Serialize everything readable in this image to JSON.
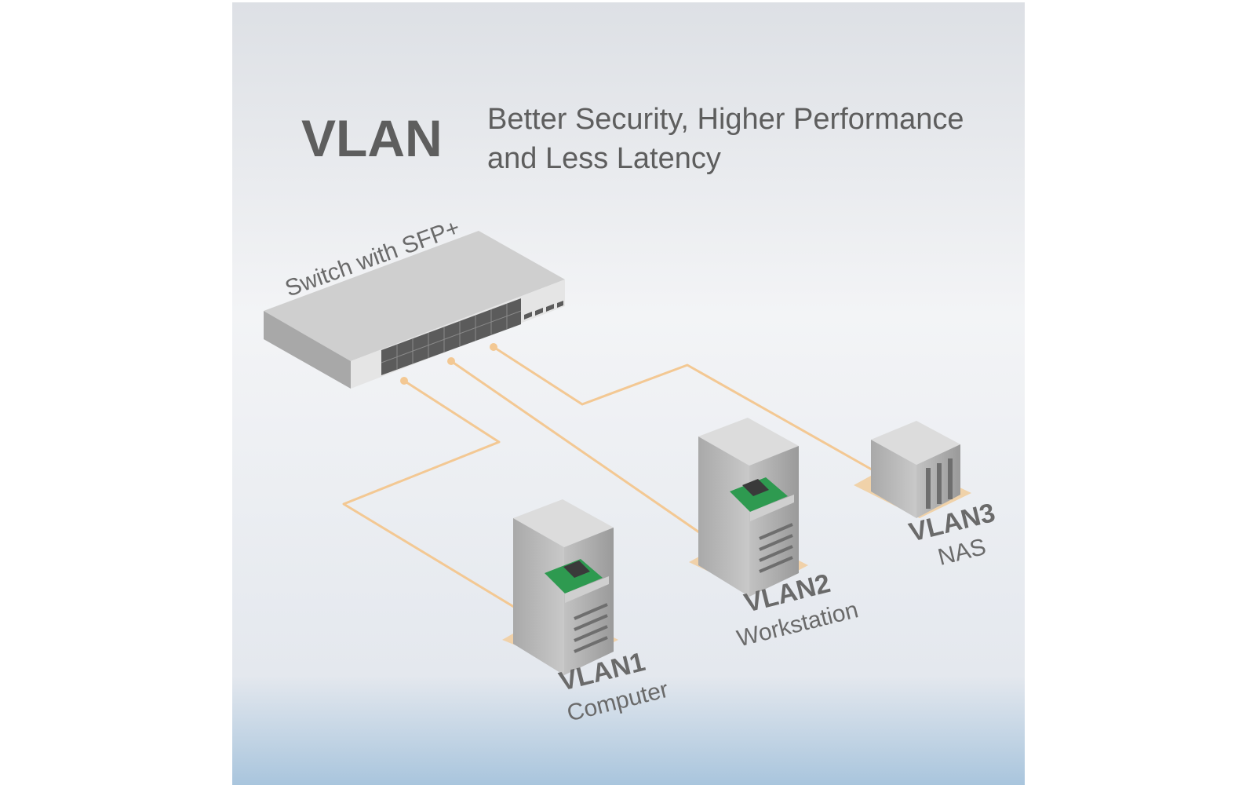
{
  "title": "VLAN",
  "subtitle_line1": "Better Security, Higher Performance",
  "subtitle_line2": "and Less Latency",
  "switch": {
    "label": "Switch with SFP+"
  },
  "nodes": [
    {
      "id": "vlan1",
      "vlan": "VLAN1",
      "device": "Computer"
    },
    {
      "id": "vlan2",
      "vlan": "VLAN2",
      "device": "Workstation"
    },
    {
      "id": "vlan3",
      "vlan": "VLAN3",
      "device": "NAS"
    }
  ],
  "colors": {
    "background_top": "#dde0e5",
    "background_mid": "#f2f3f5",
    "background_bottom": "#a9c5dd",
    "text": "#5e5e5e",
    "cable": "#f3c893",
    "floor_shadow": "#f1cc9c",
    "device_gray": "#bdbdbd",
    "nic_green": "#2e9a50"
  }
}
